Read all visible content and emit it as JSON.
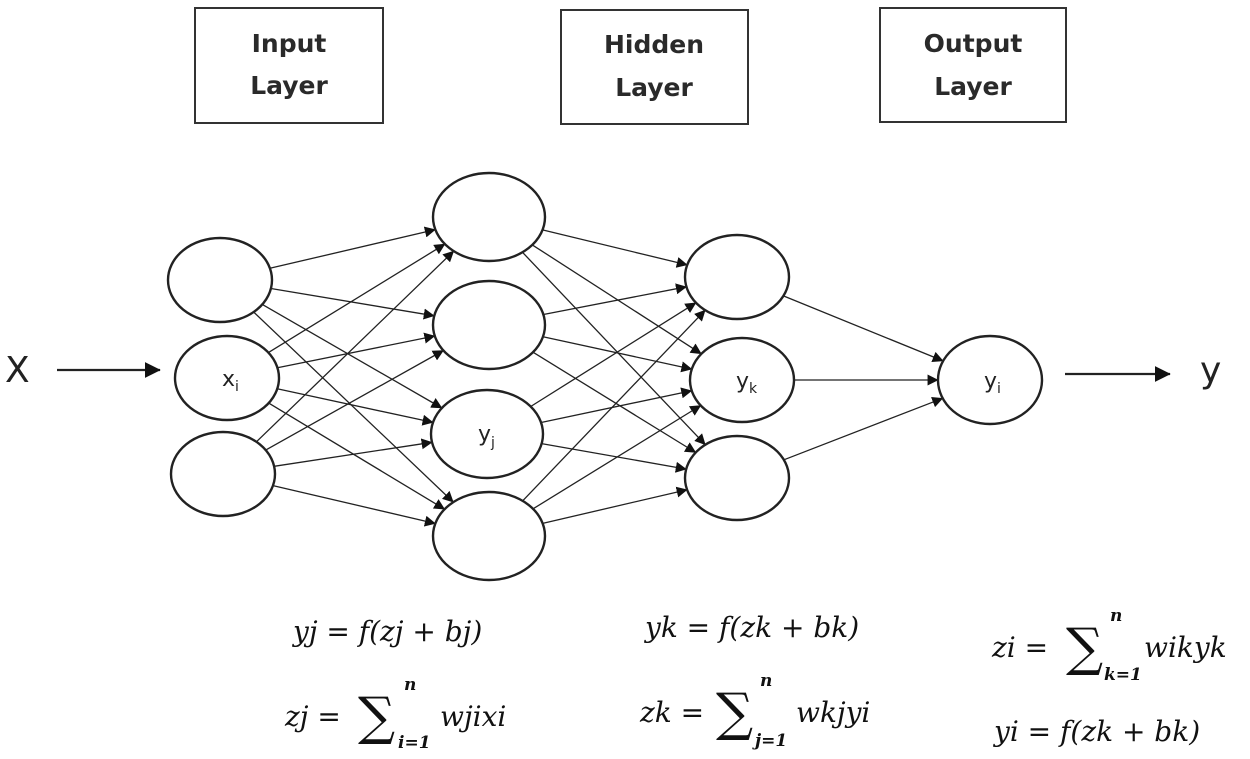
{
  "layers": {
    "input": {
      "line1": "Input",
      "line2": "Layer"
    },
    "hidden": {
      "line1": "Hidden",
      "line2": "Layer"
    },
    "output": {
      "line1": "Output",
      "line2": "Layer"
    }
  },
  "io": {
    "input_label": "X",
    "output_label": "y"
  },
  "nodes": {
    "input_mid": {
      "base": "x",
      "sub": "i"
    },
    "hidden1_3": {
      "base": "y",
      "sub": "j"
    },
    "hidden2_2": {
      "base": "y",
      "sub": "k"
    },
    "output": {
      "base": "y",
      "sub": "i"
    }
  },
  "equations": {
    "eq1": "yj = f(zj + bj)",
    "eq2": {
      "lhs": "zj =",
      "sigma": "∑",
      "upper": "n",
      "lower": "i=1",
      "body": "wjixi"
    },
    "eq3": "yk = f(zk + bk)",
    "eq4": {
      "lhs": "zk =",
      "sigma": "∑",
      "upper": "n",
      "lower": "j=1",
      "body": "wkjyi"
    },
    "eq5": {
      "lhs": "zi =",
      "sigma": "∑",
      "upper": "n",
      "lower": "k=1",
      "body": "wikyk"
    },
    "eq6": "yi = f(zk + bk)"
  }
}
